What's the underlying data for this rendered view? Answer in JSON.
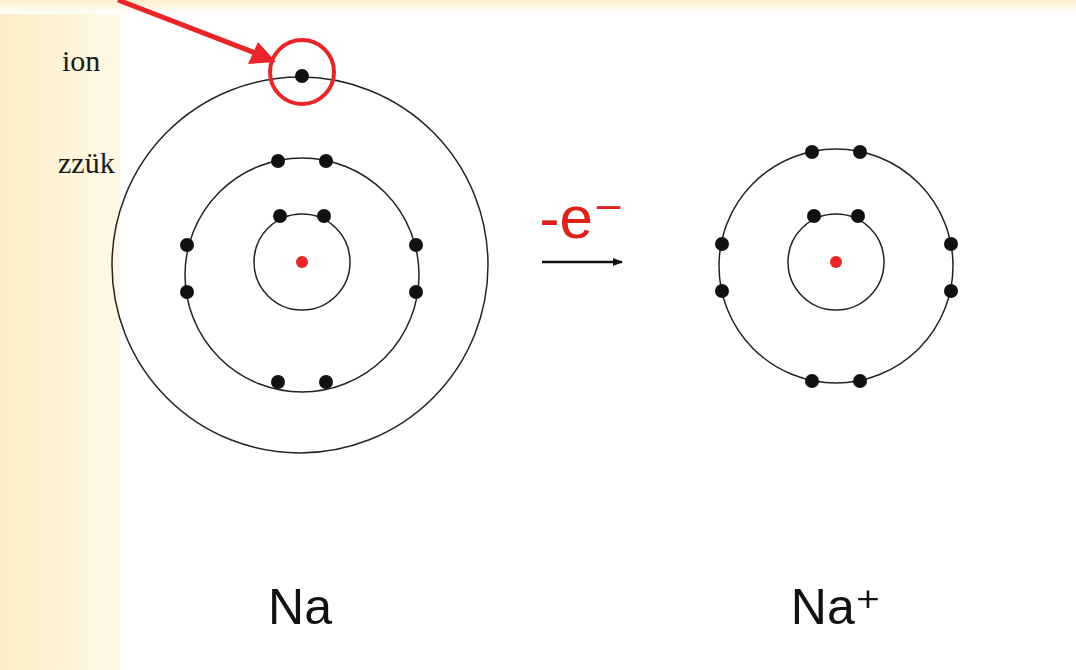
{
  "diagram": {
    "nodes": [
      {
        "text": [
          "Na"
        ]
      },
      {
        "text": [
          "Na⁺"
        ]
      }
    ],
    "edges": [
      {
        "from": 0,
        "to": 1,
        "arrow": "to",
        "label": "-e⁻"
      }
    ],
    "labels": [
      "ion",
      "zzük"
    ]
  }
}
